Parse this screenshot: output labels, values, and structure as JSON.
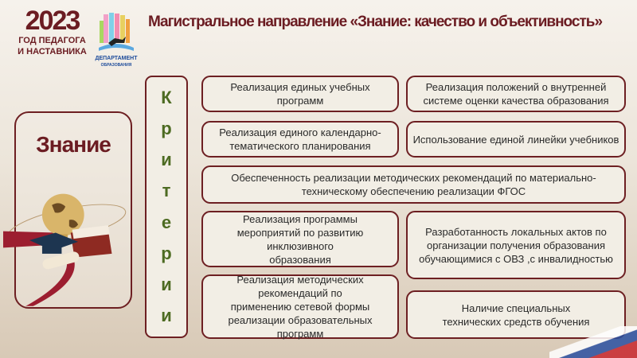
{
  "logos": {
    "year": "2023",
    "year_line1": "ГОД ПЕДАГОГА",
    "year_line2": "И НАСТАВНИКА",
    "department": "ДЕПАРТАМЕНТ",
    "department_sub": "ОБРАЗОВАНИЯ"
  },
  "title": "Магистральное направление «Знание: качество и объективность»",
  "znanie_label": "Знание",
  "criteria_letters": [
    "К",
    "р",
    "и",
    "т",
    "е",
    "р",
    "и",
    "и"
  ],
  "items": [
    "Реализация единых учебных программ",
    "Реализация положений о внутренней системе оценки качества образования",
    "Реализация единого календарно-тематического планирования",
    "Использование единой линейки учебников",
    "Обеспеченность реализации методических рекомендаций по материально-техническому обеспечению реализации ФГОС",
    "Реализация программы мероприятий по развитию инклюзивного образования",
    "Разработанность локальных актов по организации получения образования обучающимися с ОВЗ ,с инвалидностью",
    "Реализация методических рекомендаций по применению сетевой формы реализации образовательных программ",
    "Наличие специальных технических средств обучения"
  ],
  "colors": {
    "accent": "#6b1c22",
    "criteria_text": "#4d6b22",
    "box_fill": "#f2eee5"
  }
}
